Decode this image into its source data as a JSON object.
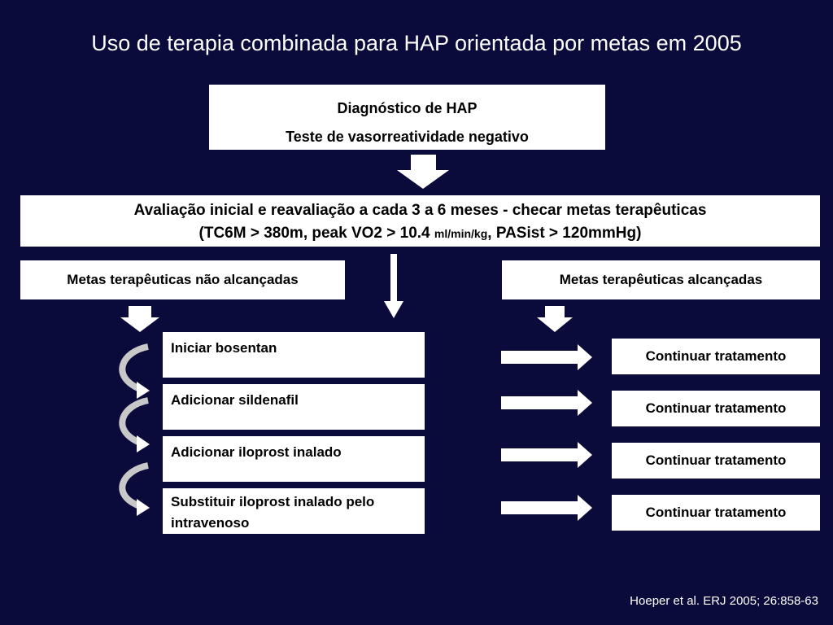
{
  "title": "Uso de terapia combinada para HAP orientada por metas em 2005",
  "diagnosis": {
    "line1": "Diagnóstico de HAP",
    "line2": "Teste de vasorreatividade negativo"
  },
  "evaluation": {
    "line1": "Avaliação inicial e reavaliação a cada 3 a 6 meses - checar metas terapêuticas",
    "line2_a": "(TC6M > 380m, peak VO2 > 10.4 ",
    "line2_unit": "ml/min/kg",
    "line2_b": ", PASist > 120mmHg)"
  },
  "goals": {
    "not_reached": "Metas  terapêuticas  não  alcançadas",
    "reached": "Metas  terapêuticas  alcançadas"
  },
  "steps": [
    "Iniciar bosentan",
    "Adicionar sildenafil",
    "Adicionar iloprost inalado",
    "Substituir iloprost inalado pelo intravenoso"
  ],
  "continue_labels": [
    "Continuar  tratamento",
    "Continuar  tratamento",
    "Continuar  tratamento",
    "Continuar  tratamento"
  ],
  "citation": "Hoeper et al. ERJ 2005; 26:858-63"
}
